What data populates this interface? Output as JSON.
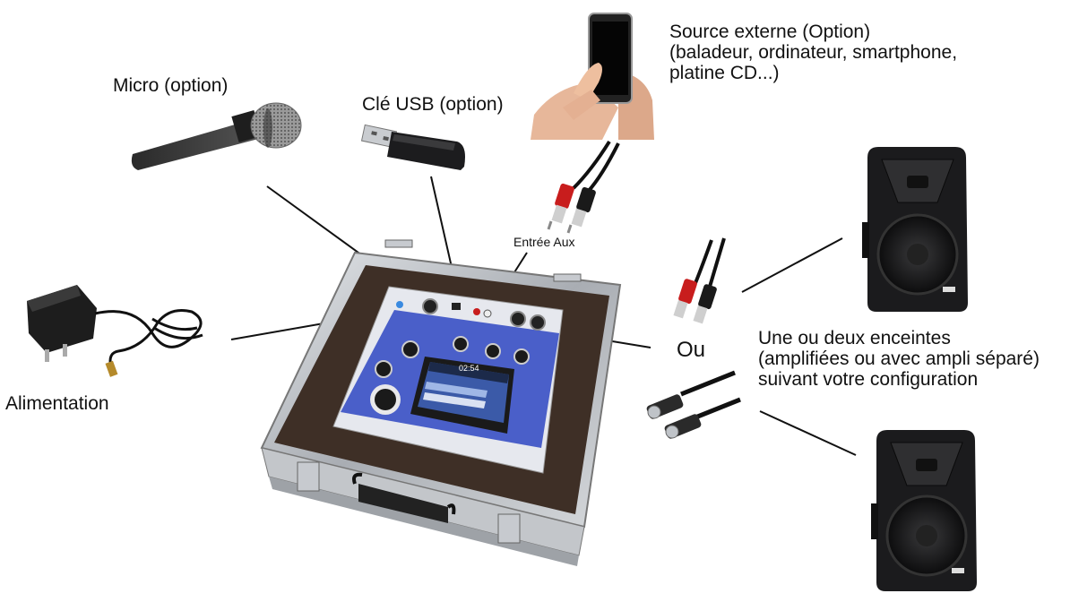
{
  "labels": {
    "source_externe": [
      "Source externe (Option)",
      "(baladeur, ordinateur, smartphone,",
      "platine CD...)"
    ],
    "micro": "Micro (option)",
    "cle_usb": "Clé USB (option)",
    "entree_aux": "Entrée Aux",
    "alimentation": "Alimentation",
    "ou": "Ou",
    "enceintes": [
      "Une ou deux enceintes",
      "(amplifiées ou avec ampli séparé)",
      "suivant votre configuration"
    ]
  },
  "device": {
    "screen_time": "02:54"
  },
  "colors": {
    "accent_blue": "#4a5fc9",
    "case_metal": "#b8bcc2",
    "case_interior": "#3e2f26",
    "speaker_black": "#1b1b1d",
    "rca_red": "#c81d1d",
    "leader_line": "#111111"
  },
  "icons": [
    "microphone-icon",
    "usb-key-icon",
    "smartphone-icon",
    "power-adapter-icon",
    "rca-cable-icon",
    "xlr-cable-icon",
    "speaker-icon",
    "flight-case-icon"
  ]
}
